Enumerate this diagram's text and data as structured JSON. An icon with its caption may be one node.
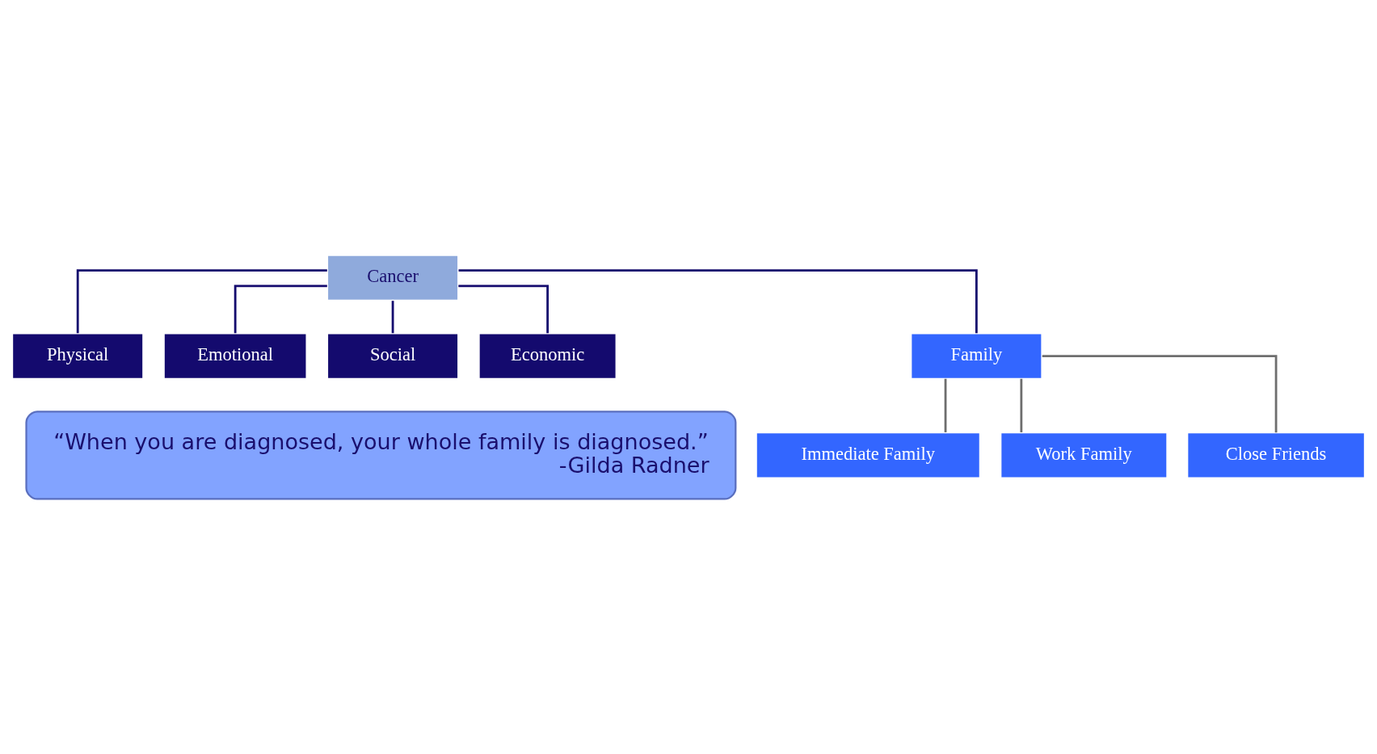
{
  "diagram": {
    "nodes": [
      {
        "text": [
          "Cancer"
        ]
      },
      {
        "text": [
          "Physical"
        ]
      },
      {
        "text": [
          "Emotional"
        ]
      },
      {
        "text": [
          "Social"
        ]
      },
      {
        "text": [
          "Economic"
        ]
      },
      {
        "text": [
          "Family"
        ]
      },
      {
        "text": [
          "Immediate Family"
        ]
      },
      {
        "text": [
          "Work Family"
        ]
      },
      {
        "text": [
          "Close Friends"
        ]
      },
      {
        "text": [
          "“When you are diagnosed, your whole family is diagnosed.”",
          "-Gilda Radner"
        ]
      }
    ],
    "edges": [
      {
        "from": 0,
        "to": 1,
        "arrow": "none"
      },
      {
        "from": 0,
        "to": 2,
        "arrow": "none"
      },
      {
        "from": 0,
        "to": 3,
        "arrow": "none"
      },
      {
        "from": 0,
        "to": 4,
        "arrow": "none"
      },
      {
        "from": 0,
        "to": 5,
        "arrow": "none"
      },
      {
        "from": 5,
        "to": 6,
        "arrow": "none",
        "color": "#6e6e6e"
      },
      {
        "from": 5,
        "to": 7,
        "arrow": "none",
        "color": "#6e6e6e"
      },
      {
        "from": 5,
        "to": 8,
        "arrow": "none",
        "color": "#6e6e6e"
      }
    ]
  }
}
